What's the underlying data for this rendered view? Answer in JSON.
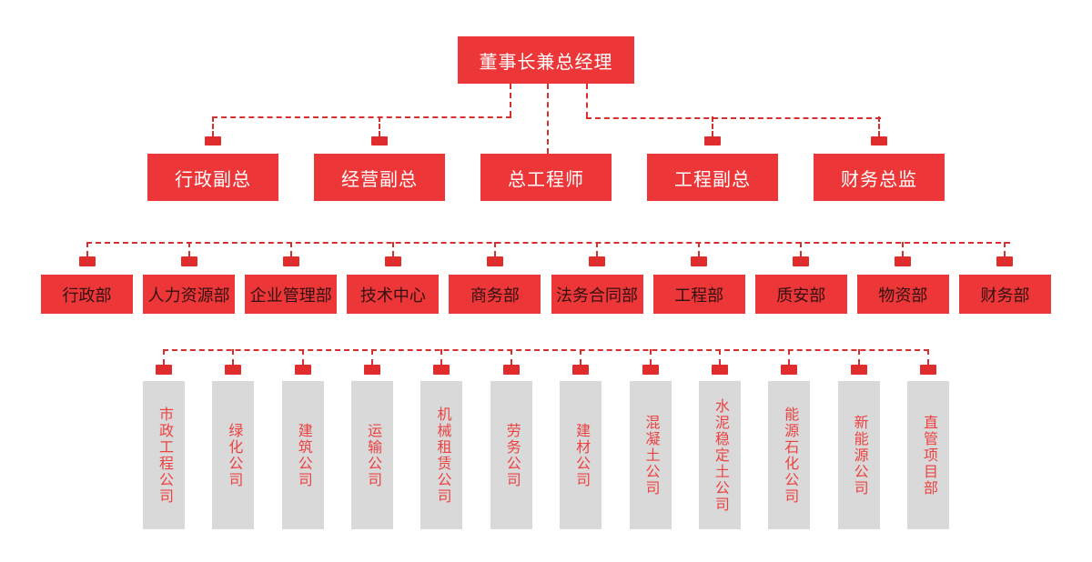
{
  "org": {
    "root": {
      "label": "董事长兼总经理"
    },
    "executives": [
      {
        "label": "行政副总",
        "stub": true
      },
      {
        "label": "经营副总",
        "stub": true
      },
      {
        "label": "总工程师",
        "stub": false
      },
      {
        "label": "工程副总",
        "stub": true
      },
      {
        "label": "财务总监",
        "stub": true
      }
    ],
    "departments": [
      {
        "label": "行政部"
      },
      {
        "label": "人力资源部"
      },
      {
        "label": "企业管理部"
      },
      {
        "label": "技术中心"
      },
      {
        "label": "商务部"
      },
      {
        "label": "法务合同部"
      },
      {
        "label": "工程部"
      },
      {
        "label": "质安部"
      },
      {
        "label": "物资部"
      },
      {
        "label": "财务部"
      }
    ],
    "subsidiaries": [
      {
        "label": "市政工程公司"
      },
      {
        "label": "绿化公司"
      },
      {
        "label": "建筑公司"
      },
      {
        "label": "运输公司"
      },
      {
        "label": "机械租赁公司"
      },
      {
        "label": "劳务公司"
      },
      {
        "label": "建材公司"
      },
      {
        "label": "混凝土公司"
      },
      {
        "label": "水泥稳定土公司"
      },
      {
        "label": "能源石化公司"
      },
      {
        "label": "新能源公司"
      },
      {
        "label": "直管项目部"
      }
    ],
    "colors": {
      "box_red": "#ec3638",
      "stub_red": "#e12c2e",
      "line_red": "#d62f2f",
      "box_gray": "#d9d9d9",
      "text_white": "#ffffff",
      "dept_text": "#331111",
      "company_text": "#ed4242"
    }
  }
}
